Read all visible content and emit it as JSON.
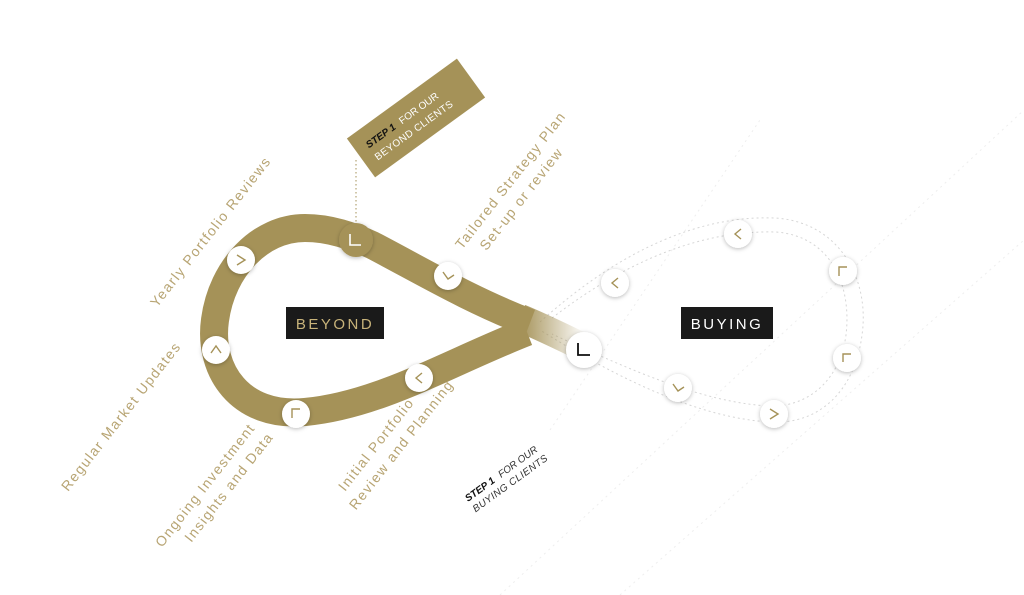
{
  "colors": {
    "gold": "#a59258",
    "gold_light": "#b8a574",
    "dark": "#1a1a1a",
    "white": "#ffffff",
    "line_light": "#d6d6d6"
  },
  "callout_beyond": {
    "step": "STEP 1",
    "line1_rest": "FOR OUR",
    "line2": "BEYOND CLIENTS"
  },
  "callout_buying": {
    "step": "STEP 1",
    "line1_rest": "FOR OUR",
    "line2": "BUYING CLIENTS"
  },
  "labels": {
    "beyond_center": "BEYOND",
    "buying_center": "BUYING",
    "tailored_1": "Tailored Strategy Plan",
    "tailored_2": "Set-up or review",
    "yearly": "Yearly Portfolio Reviews",
    "regular": "Regular Market Updates",
    "ongoing_1": "Ongoing Investment",
    "ongoing_2": "Insights and Data",
    "initial_1": "Initial Portfolio",
    "initial_2": "Review and Planning"
  },
  "node_icon": "chevron-icon"
}
